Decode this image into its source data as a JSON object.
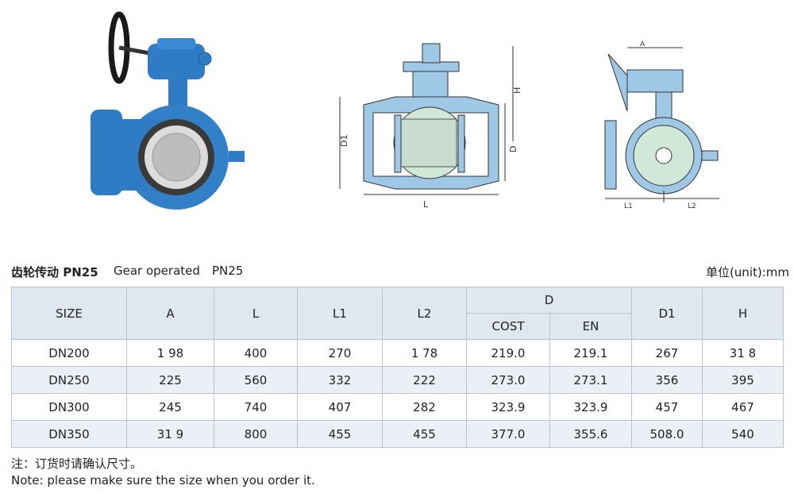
{
  "title": {
    "cn": "齿轮传动 PN25",
    "en": "Gear operated",
    "pn": "PN25",
    "unit": "单位(unit):mm"
  },
  "drawing_labels": {
    "front": {
      "h": "H",
      "d1": "D1",
      "d": "D",
      "l": "L"
    },
    "side": {
      "a": "A",
      "l1": "L1",
      "l2": "L2"
    }
  },
  "table": {
    "headers": {
      "size": "SIZE",
      "a": "A",
      "l": "L",
      "l1": "L1",
      "l2": "L2",
      "d": "D",
      "cost": "COST",
      "en": "EN",
      "d1": "D1",
      "h": "H"
    },
    "rows": [
      [
        "DN200",
        "1 98",
        "400",
        "270",
        "1 78",
        "219.0",
        "219.1",
        "267",
        "31 8"
      ],
      [
        "DN250",
        "225",
        "560",
        "332",
        "222",
        "273.0",
        "273.1",
        "356",
        "395"
      ],
      [
        "DN300",
        "245",
        "740",
        "407",
        "282",
        "323.9",
        "323.9",
        "457",
        "467"
      ],
      [
        "DN350",
        "31 9",
        "800",
        "455",
        "455",
        "377.0",
        "355.6",
        "508.0",
        "540"
      ]
    ]
  },
  "notes": {
    "cn": "注：订货时请确认尺寸。",
    "en": "Note: please make sure the size when you order it."
  },
  "colors": {
    "valve_blue": "#2f7cc4",
    "header_bg": "#dfe8f1",
    "drawing_blue": "#9ec8e6",
    "drawing_green": "#cfe8d8"
  }
}
